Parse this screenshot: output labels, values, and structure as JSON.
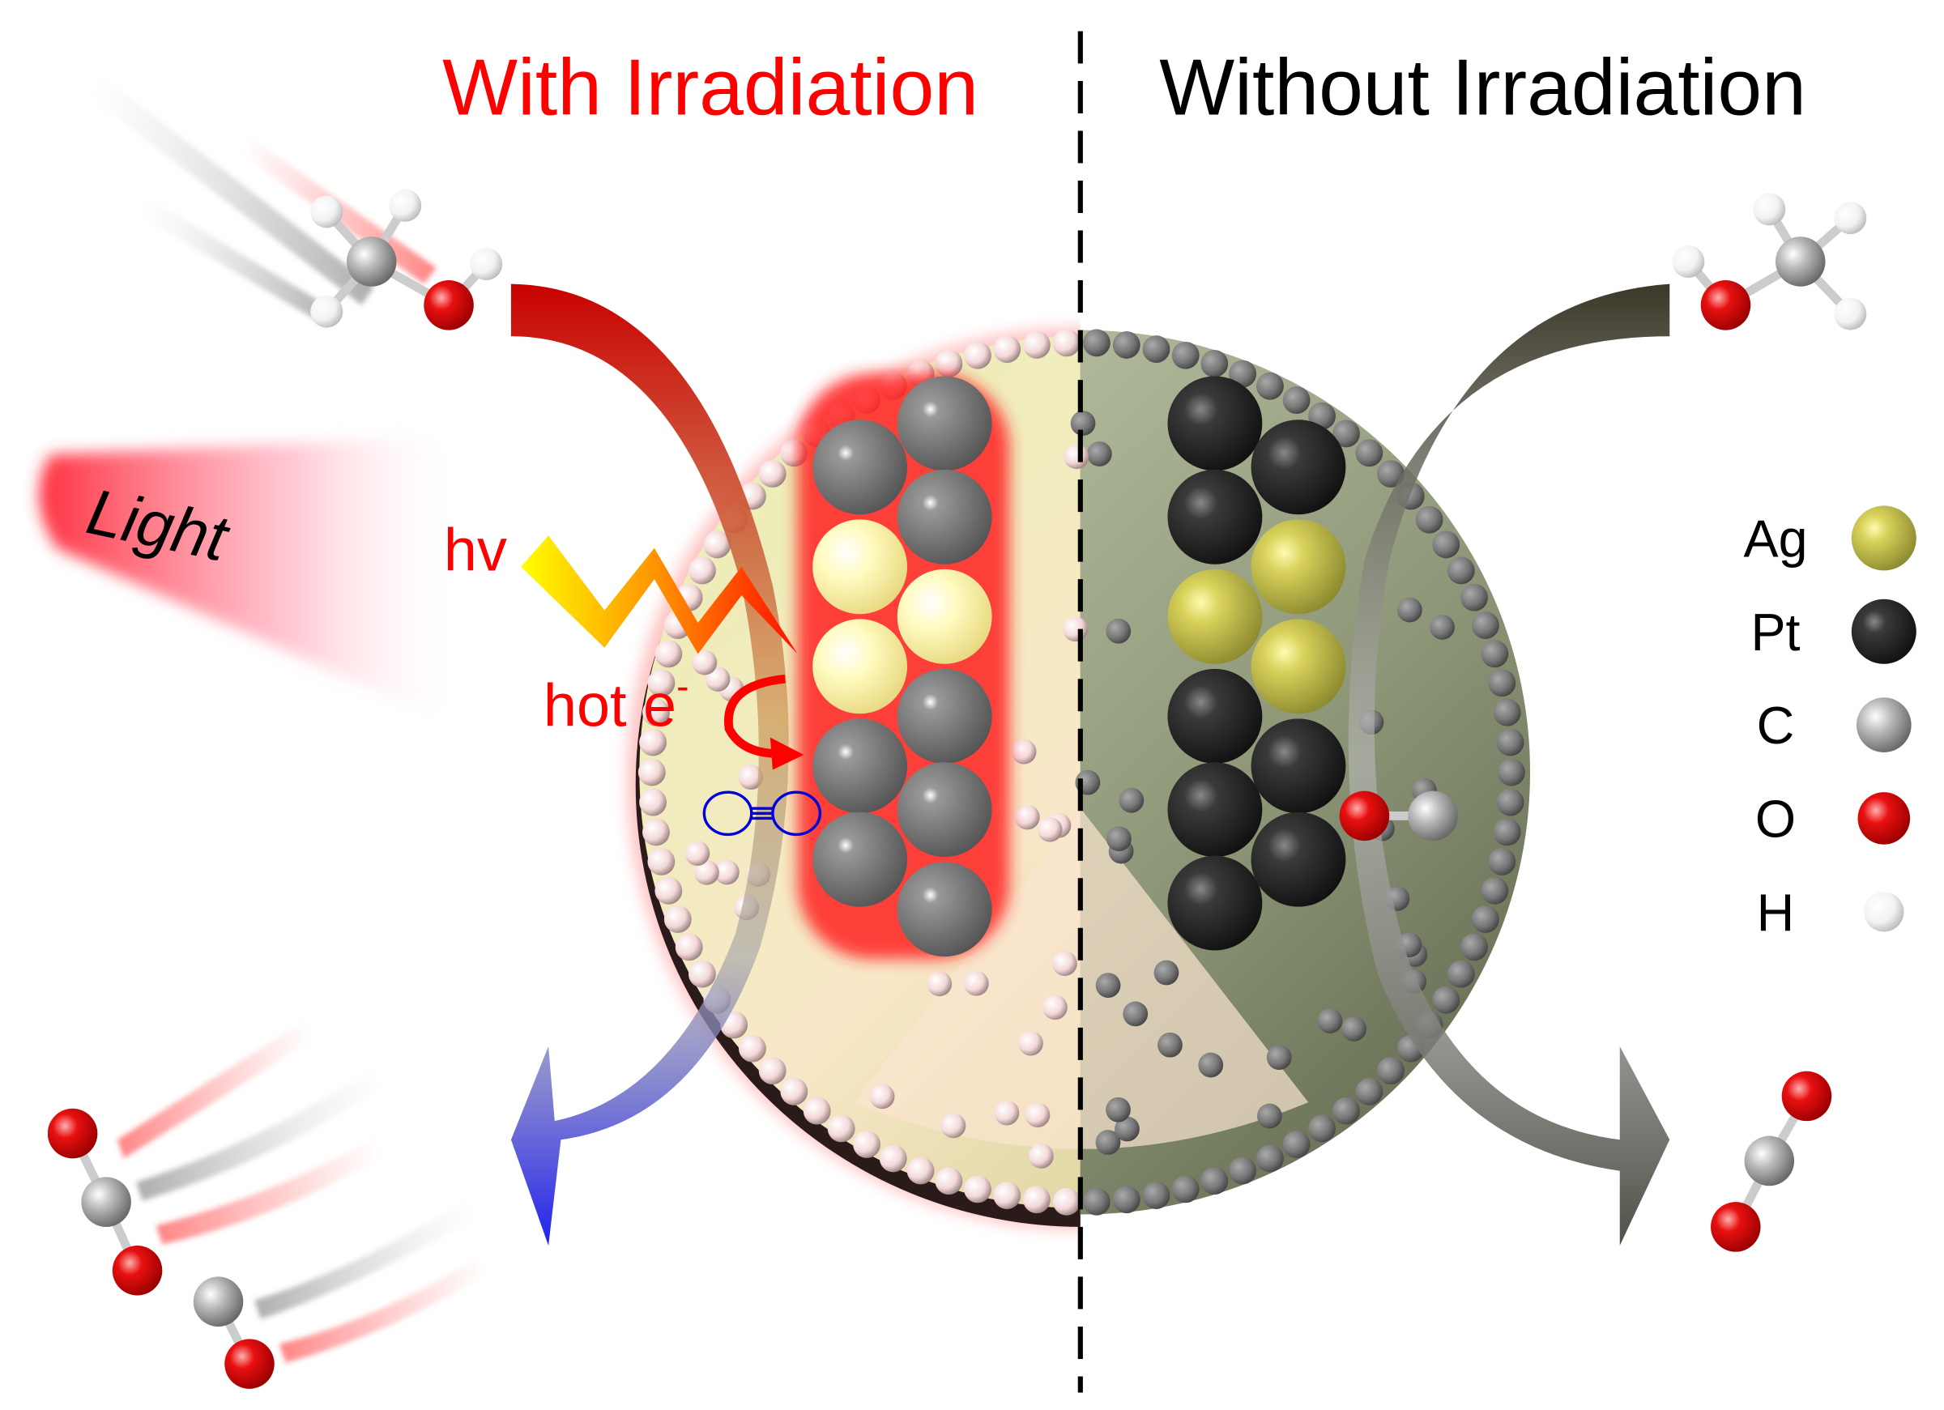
{
  "titles": {
    "with": "With Irradiation",
    "without": "Without Irradiation"
  },
  "labels": {
    "light": "Light",
    "hv": "hv",
    "hot_e": "hot e",
    "hot_e_sup": "-"
  },
  "legend": [
    {
      "symbol": "Ag",
      "color": "#d8d25a"
    },
    {
      "symbol": "Pt",
      "color": "#2a2a2a"
    },
    {
      "symbol": "C",
      "color": "#b0b0b0"
    },
    {
      "symbol": "O",
      "color": "#e01010"
    },
    {
      "symbol": "H",
      "color": "#f2f2f2"
    }
  ],
  "colors": {
    "with_title": "#ff0000",
    "without_title": "#000000",
    "hot_e": "#ff0000",
    "n2_bond": "#0000dd"
  }
}
